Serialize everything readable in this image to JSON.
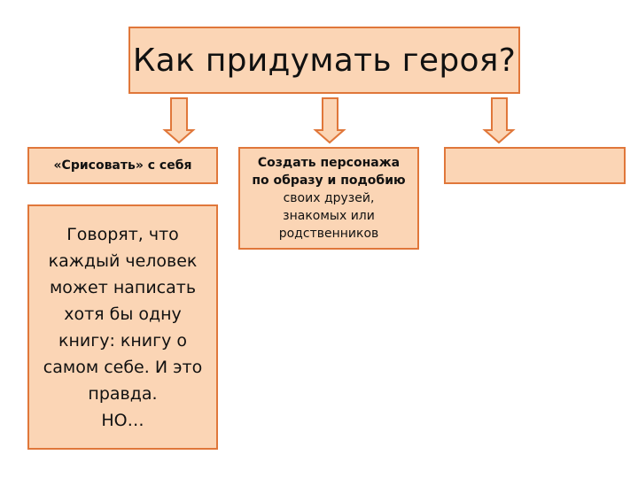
{
  "title": "Как придумать героя?",
  "box1": {
    "text": "«Срисовать» с себя"
  },
  "box2": {
    "bold_lines": [
      "Создать персонажа",
      "по образу и подобию"
    ],
    "normal_lines": [
      "своих друзей,",
      "знакомых или",
      "родственников"
    ]
  },
  "box3": {
    "text": ""
  },
  "box4": {
    "lines": [
      "Говорят, что",
      "каждый человек",
      "может написать",
      "хотя бы одну",
      "книгу: книгу о",
      "самом себе. И это",
      "правда.",
      "НО…"
    ]
  },
  "colors": {
    "box_fill": "#fbd5b5",
    "box_border": "#e0773a",
    "arrow_fill": "#fbd5b5",
    "arrow_border": "#e0773a"
  },
  "icons": [
    "down-arrow-icon",
    "down-arrow-icon",
    "down-arrow-icon"
  ]
}
